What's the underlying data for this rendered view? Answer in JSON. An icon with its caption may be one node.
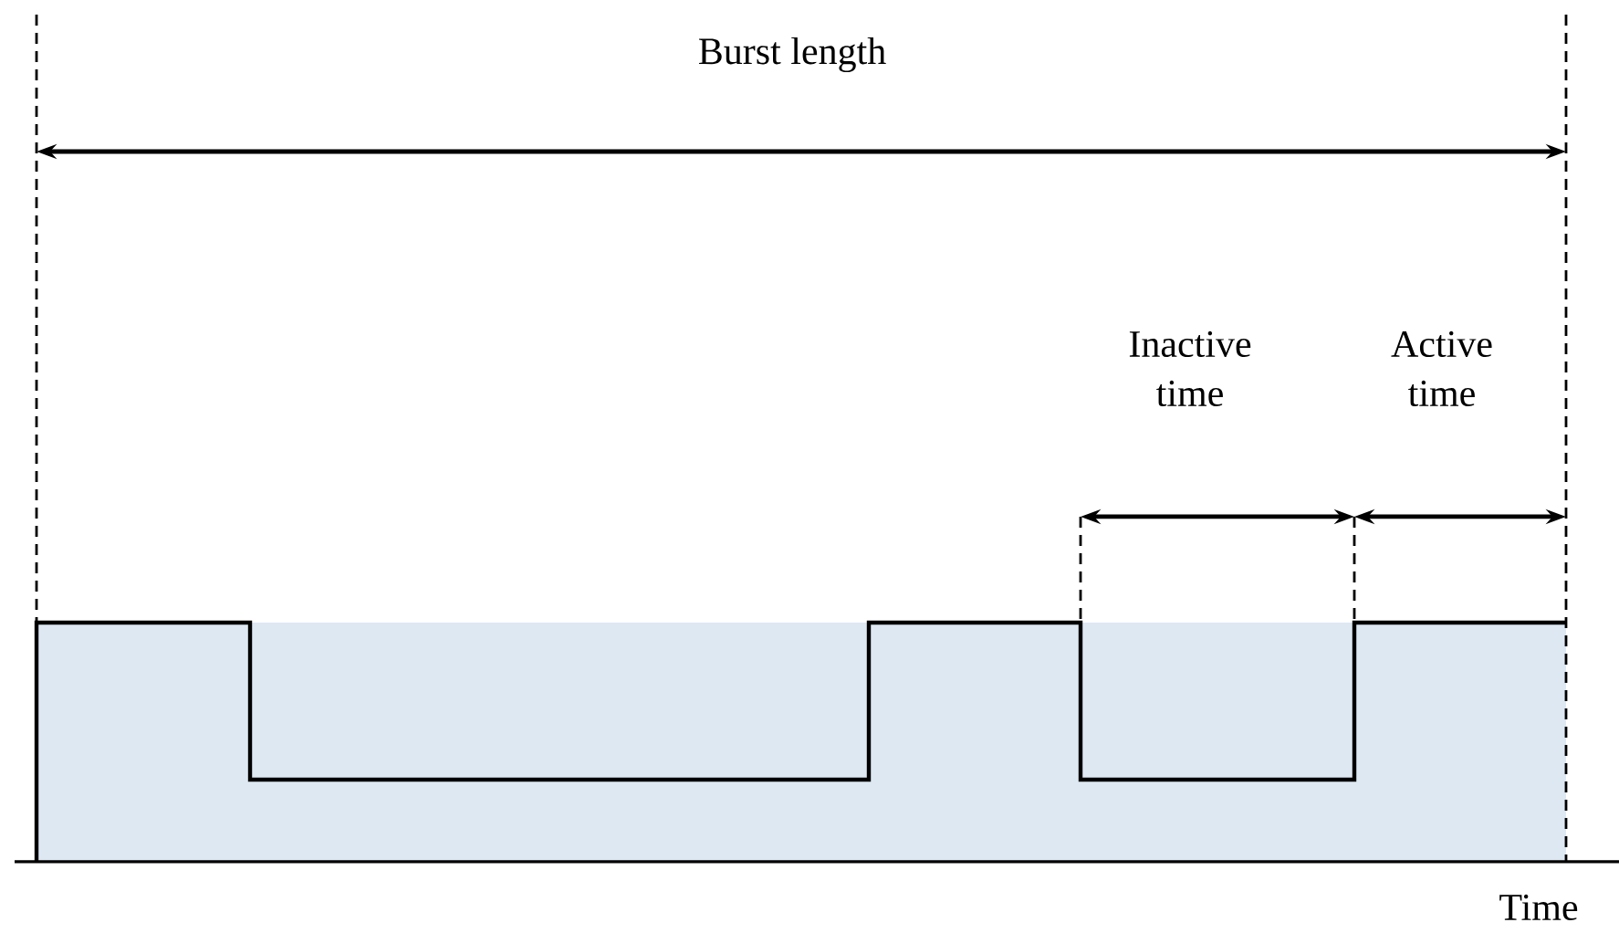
{
  "diagram": {
    "labels": [
      "Burst length",
      "Inactive time",
      "Active time",
      "Time"
    ]
  }
}
